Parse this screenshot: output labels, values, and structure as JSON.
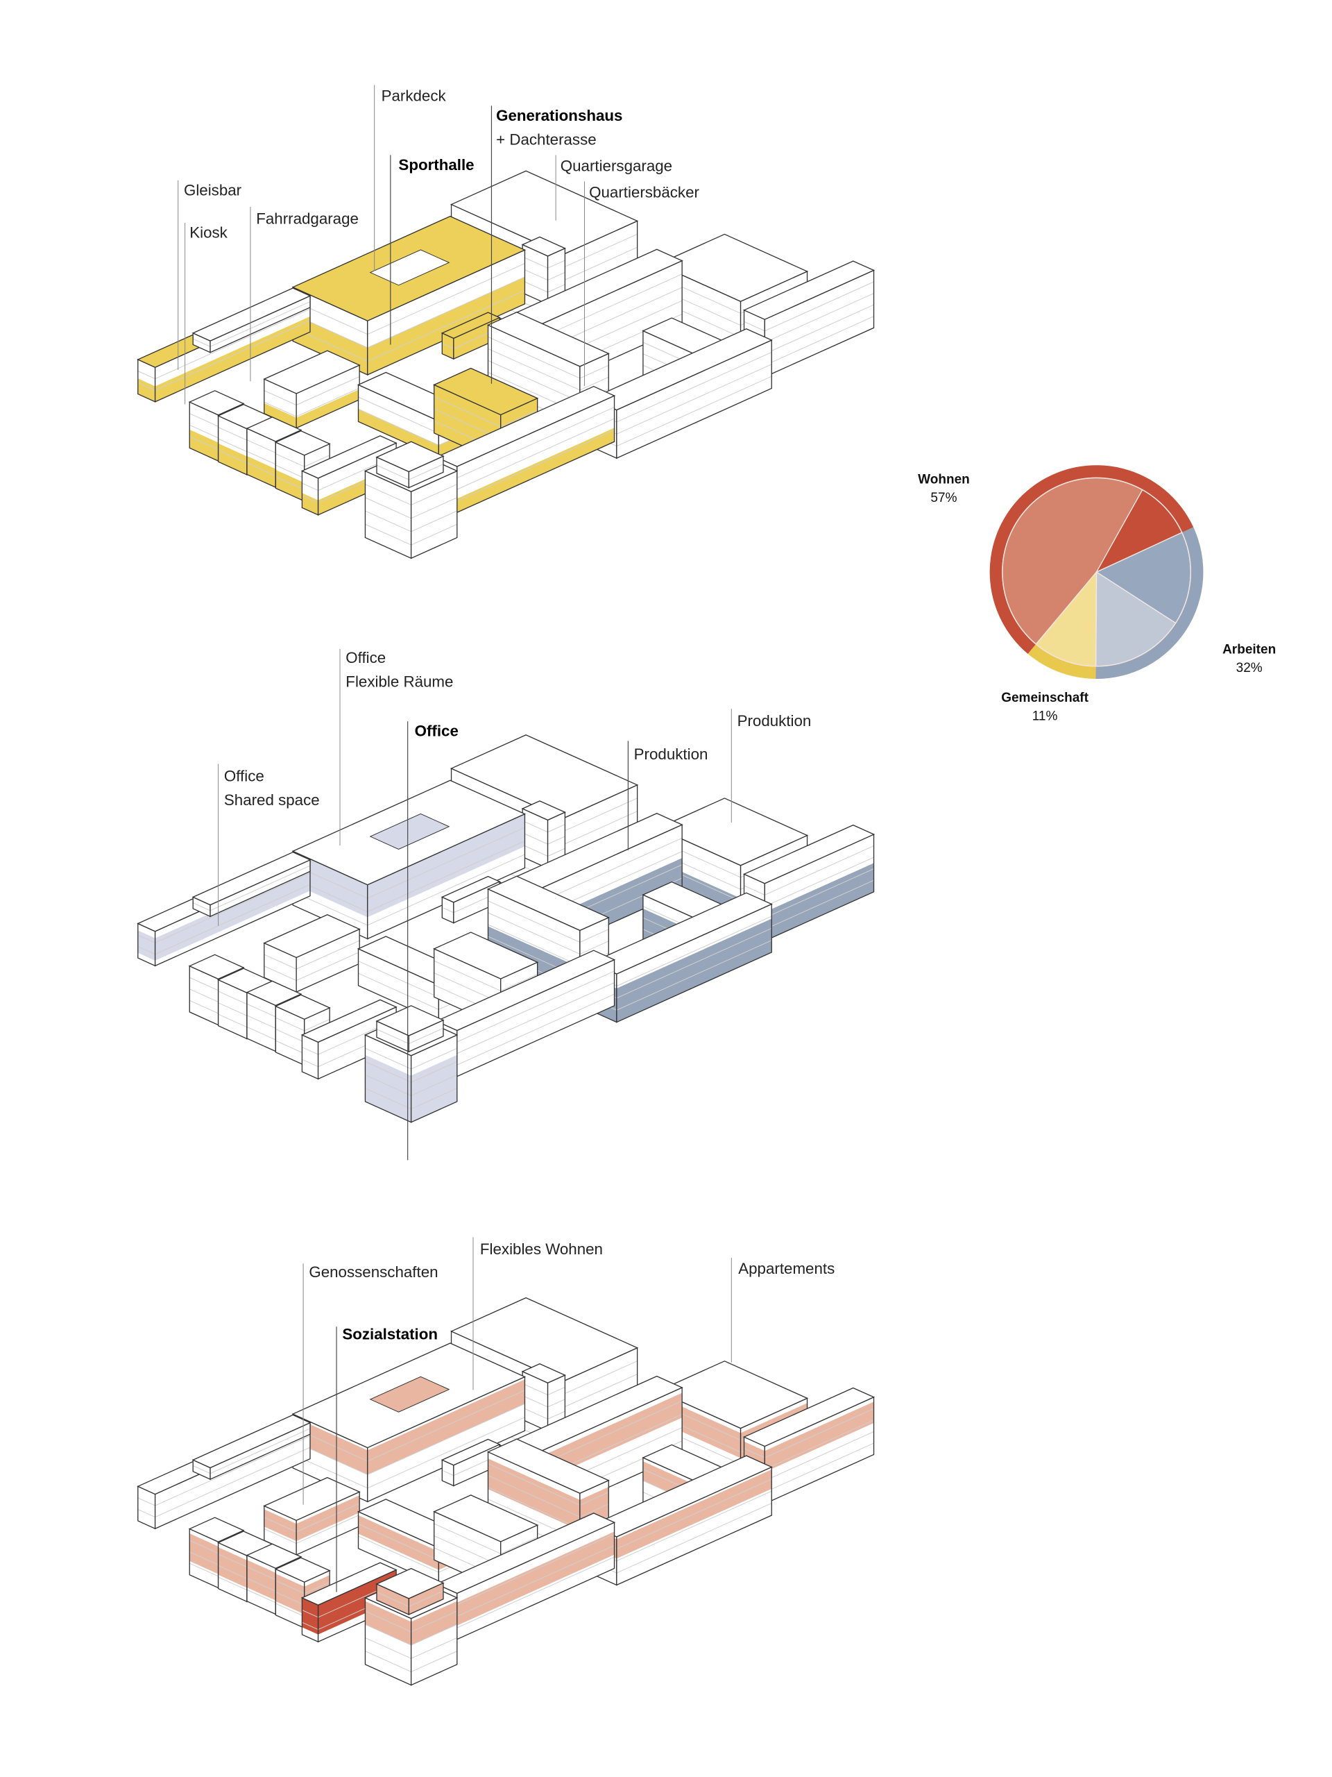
{
  "diagrams": [
    {
      "theme": "Gemeinschaft",
      "accent": "#ecd05a",
      "labels": [
        {
          "text": "Parkdeck",
          "bold": false
        },
        {
          "text": "Generationshaus",
          "bold": true
        },
        {
          "text": "+ Dachterasse",
          "bold": false
        },
        {
          "text": "Sporthalle",
          "bold": true
        },
        {
          "text": "Quartiersgarage",
          "bold": false
        },
        {
          "text": "Gleisbar",
          "bold": false
        },
        {
          "text": "Quartiersbäcker",
          "bold": false
        },
        {
          "text": "Kiosk",
          "bold": false
        },
        {
          "text": "Fahrradgarage",
          "bold": false
        }
      ]
    },
    {
      "theme": "Arbeiten",
      "accent": "#97a5ba",
      "accent_light": "#d6d9e7",
      "labels": [
        {
          "text": "Office",
          "bold": false
        },
        {
          "text": "Flexible Räume",
          "bold": false
        },
        {
          "text": "Office",
          "bold": true
        },
        {
          "text": "Produktion",
          "bold": false
        },
        {
          "text": "Office",
          "bold": false
        },
        {
          "text": "Shared space",
          "bold": false
        },
        {
          "text": "Produktion",
          "bold": false
        }
      ]
    },
    {
      "theme": "Wohnen",
      "accent": "#e9b6a2",
      "accent_strong": "#c8503a",
      "labels": [
        {
          "text": "Flexibles Wohnen",
          "bold": false
        },
        {
          "text": "Genossenschaften",
          "bold": false
        },
        {
          "text": "Appartements",
          "bold": false
        },
        {
          "text": "Sozialstation",
          "bold": true
        }
      ]
    }
  ],
  "chart_data": {
    "type": "pie",
    "title": "",
    "categories": [
      "Wohnen",
      "Arbeiten",
      "Gemeinschaft"
    ],
    "values": [
      57,
      32,
      11
    ],
    "value_labels": [
      "57%",
      "32%",
      "11%"
    ],
    "colors": [
      "#c44e37",
      "#93a3ba",
      "#e9c94d"
    ],
    "inner_segments": [
      {
        "category": "Wohnen",
        "value": 47,
        "color": "#d4836d"
      },
      {
        "category": "Wohnen",
        "value": 10,
        "color": "#c44e37"
      },
      {
        "category": "Arbeiten",
        "value": 16,
        "color": "#97a7bd"
      },
      {
        "category": "Arbeiten",
        "value": 16,
        "color": "#c0c8d6"
      },
      {
        "category": "Gemeinschaft",
        "value": 11,
        "color": "#f3df93"
      }
    ]
  }
}
